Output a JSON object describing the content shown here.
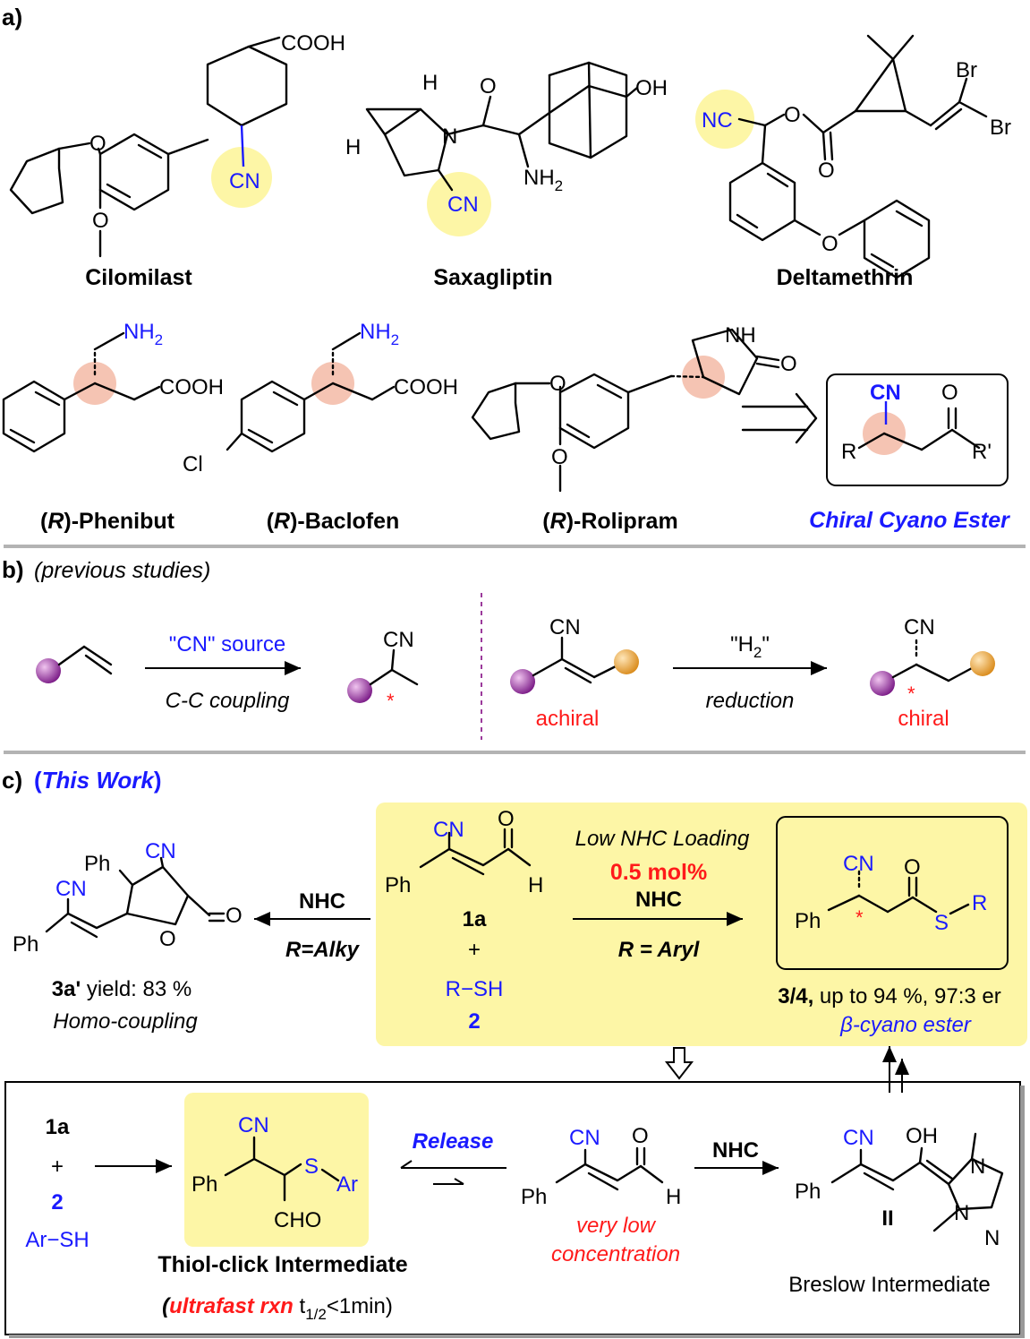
{
  "sections": {
    "a": {
      "label": "a)"
    },
    "b": {
      "label": "b)",
      "note": "(previous studies)"
    },
    "c": {
      "label": "c)",
      "paren_open": "(",
      "title": "This Work",
      "paren_close": ")"
    }
  },
  "compounds": {
    "cilomilast": {
      "name": "Cilomilast",
      "cooh": "COOH",
      "cn": "CN",
      "o": "O"
    },
    "saxagliptin": {
      "name": "Saxagliptin",
      "h": "H",
      "oh": "OH",
      "n": "N",
      "o": "O",
      "nh2": "NH",
      "nh2_sub": "2",
      "cn": "CN"
    },
    "deltamethrin": {
      "name": "Deltamethrin",
      "nc": "NC",
      "br": "Br",
      "o": "O"
    },
    "phenibut": {
      "prefix": "(",
      "r": "R",
      "suffix": ")-Phenibut",
      "nh2": "NH",
      "nh2_sub": "2",
      "cooh": "COOH"
    },
    "baclofen": {
      "prefix": "(",
      "r": "R",
      "suffix": ")-Baclofen",
      "nh2": "NH",
      "nh2_sub": "2",
      "cooh": "COOH",
      "cl": "Cl"
    },
    "rolipram": {
      "prefix": "(",
      "r": "R",
      "suffix": ")-Rolipram",
      "nh": "NH",
      "o": "O"
    },
    "target": {
      "name": "Chiral Cyano Ester",
      "cn": "CN",
      "o": "O",
      "r": "R",
      "r2": "R'"
    }
  },
  "previous": {
    "cn_source": "\"CN\" source",
    "cc_coupling": "C-C coupling",
    "cn": "CN",
    "h2_open": "\"H",
    "h2_sub": "2",
    "h2_close": "\"",
    "reduction": "reduction",
    "achiral": "achiral",
    "chiral": "chiral",
    "star": "*"
  },
  "this_work": {
    "left_nhc": "NHC",
    "left_cond": "R=Alky",
    "product_left_label": "3a'",
    "product_left_yield": " yield: 83 %",
    "product_left_desc": "Homo-coupling",
    "sm": "1a",
    "plus": "+",
    "thiol": "R−SH",
    "thiol_num": "2",
    "low_loading": "Low NHC Loading",
    "loading": "0.5 mol%",
    "right_nhc": "NHC",
    "right_cond": "R = Aryl",
    "product_right_label": "3/4,",
    "product_right_yield": " up to 94 %, 97:3 er",
    "product_right_desc": "β-cyano ester",
    "atoms": {
      "cn": "CN",
      "o": "O",
      "h": "H",
      "ph": "Ph",
      "s": "S",
      "r": "R"
    }
  },
  "mechanism": {
    "sm": "1a",
    "plus": "+",
    "num2": "2",
    "arsh": "Ar−SH",
    "intermediate_name": "Thiol-click Intermediate",
    "rxn_open": "(",
    "rxn_fast": "ultrafast rxn",
    "rxn_t": " t",
    "rxn_sub": "1/2",
    "rxn_tail": "<1min)",
    "release": "Release",
    "low_conc_1": "very low",
    "low_conc_2": "concentration",
    "nhc": "NHC",
    "breslow_num": "II",
    "breslow_name": "Breslow Intermediate",
    "atoms": {
      "cn": "CN",
      "ph": "Ph",
      "s": "S",
      "ar": "Ar",
      "cho": "CHO",
      "o": "O",
      "h": "H",
      "oh": "OH",
      "n": "N"
    }
  },
  "colors": {
    "blue": "#1a1aff",
    "red": "#ff1a1a",
    "highlight_yellow": "#fdf6a6",
    "chiral_circle": "#f5c4b3",
    "separator": "#b3b3b3"
  }
}
